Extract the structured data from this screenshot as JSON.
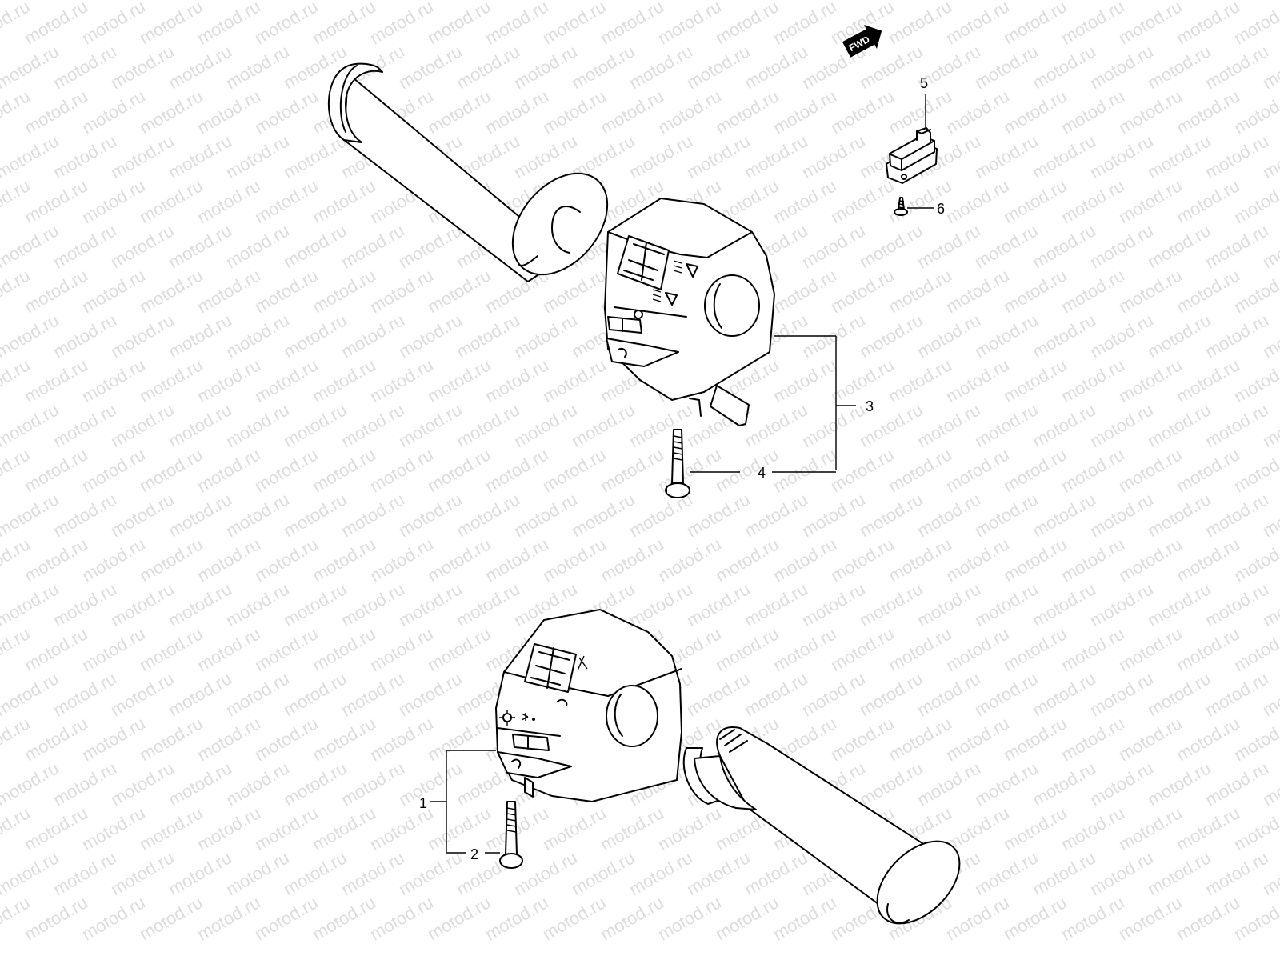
{
  "watermark": {
    "text": "motod.ru",
    "color": "#dcdcdc"
  },
  "direction_badge": {
    "label": "FWD"
  },
  "callouts": [
    {
      "id": "1",
      "label": "1"
    },
    {
      "id": "2",
      "label": "2"
    },
    {
      "id": "3",
      "label": "3"
    },
    {
      "id": "4",
      "label": "4"
    },
    {
      "id": "5",
      "label": "5"
    },
    {
      "id": "6",
      "label": "6"
    }
  ]
}
